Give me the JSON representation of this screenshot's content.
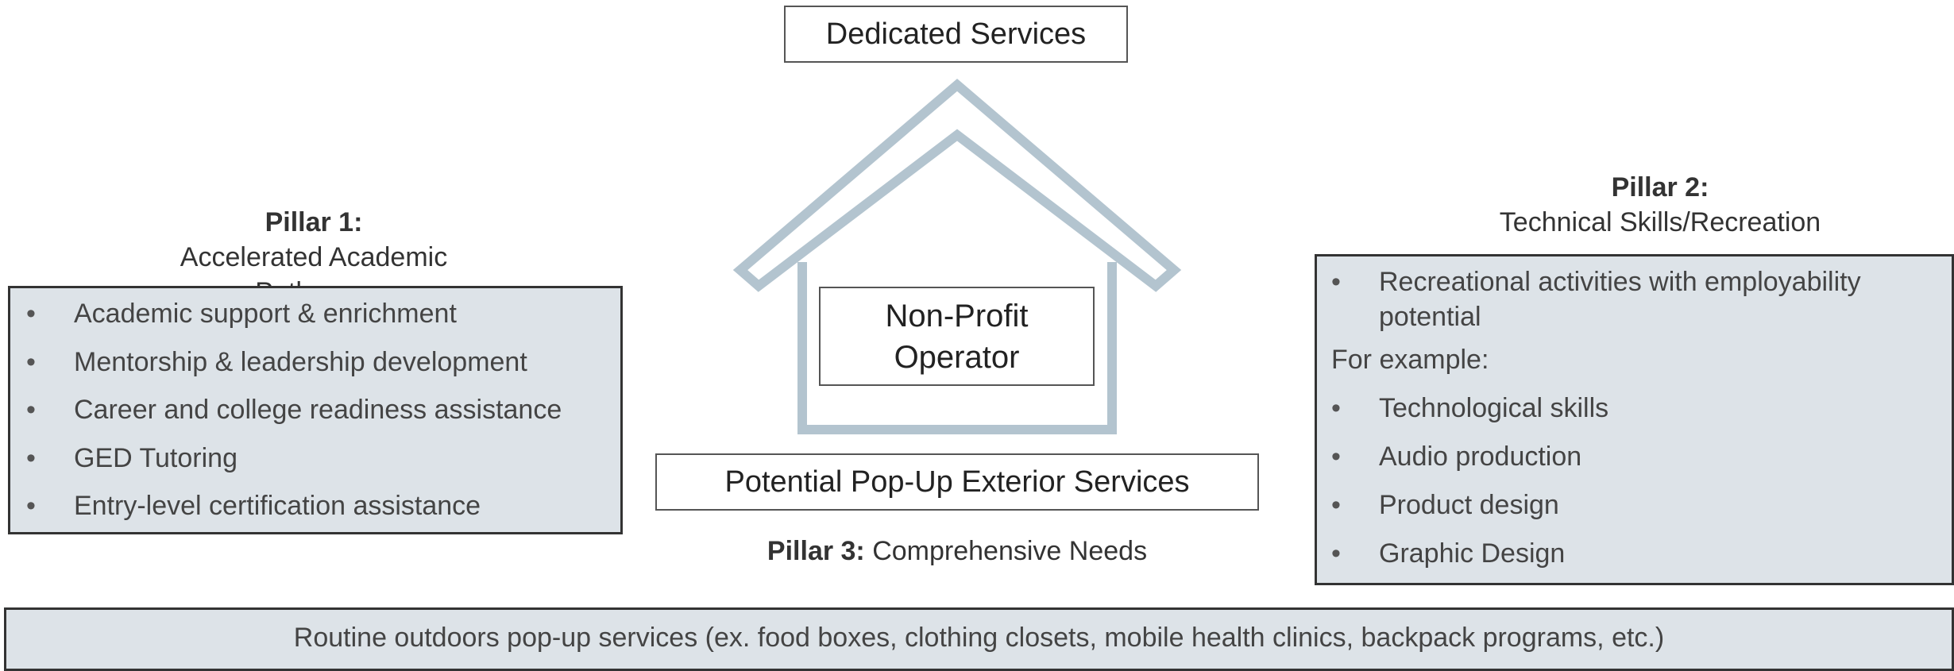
{
  "top_box": {
    "label": "Dedicated Services"
  },
  "house": {
    "label_line1": "Non-Profit",
    "label_line2": "Operator",
    "stroke_color": "#b3c4cf"
  },
  "popup_box": {
    "label": "Potential Pop-Up Exterior Services"
  },
  "pillar3": {
    "label": "Pillar 3:",
    "text": "Comprehensive Needs"
  },
  "pillar1": {
    "label": "Pillar 1:",
    "title": "Accelerated Academic Pathways",
    "bullet_glyph": "•",
    "items": [
      "Academic support & enrichment",
      "Mentorship & leadership development",
      "Career and college readiness assistance",
      "GED Tutoring",
      "Entry-level certification assistance"
    ]
  },
  "pillar2": {
    "label": "Pillar 2:",
    "title": "Technical Skills/Recreation",
    "bullet_glyph": "•",
    "intro_item": "Recreational activities with employability potential",
    "note": "For example:",
    "items": [
      "Technological skills",
      "Audio production",
      "Product design",
      "Graphic Design"
    ]
  },
  "bottom_box": {
    "text": "Routine outdoors pop-up services (ex. food boxes, clothing closets, mobile health clinics, backpack programs, etc.)"
  },
  "colors": {
    "panel_fill": "#dde3e8",
    "panel_border": "#333333",
    "house_stroke": "#b3c4cf"
  }
}
